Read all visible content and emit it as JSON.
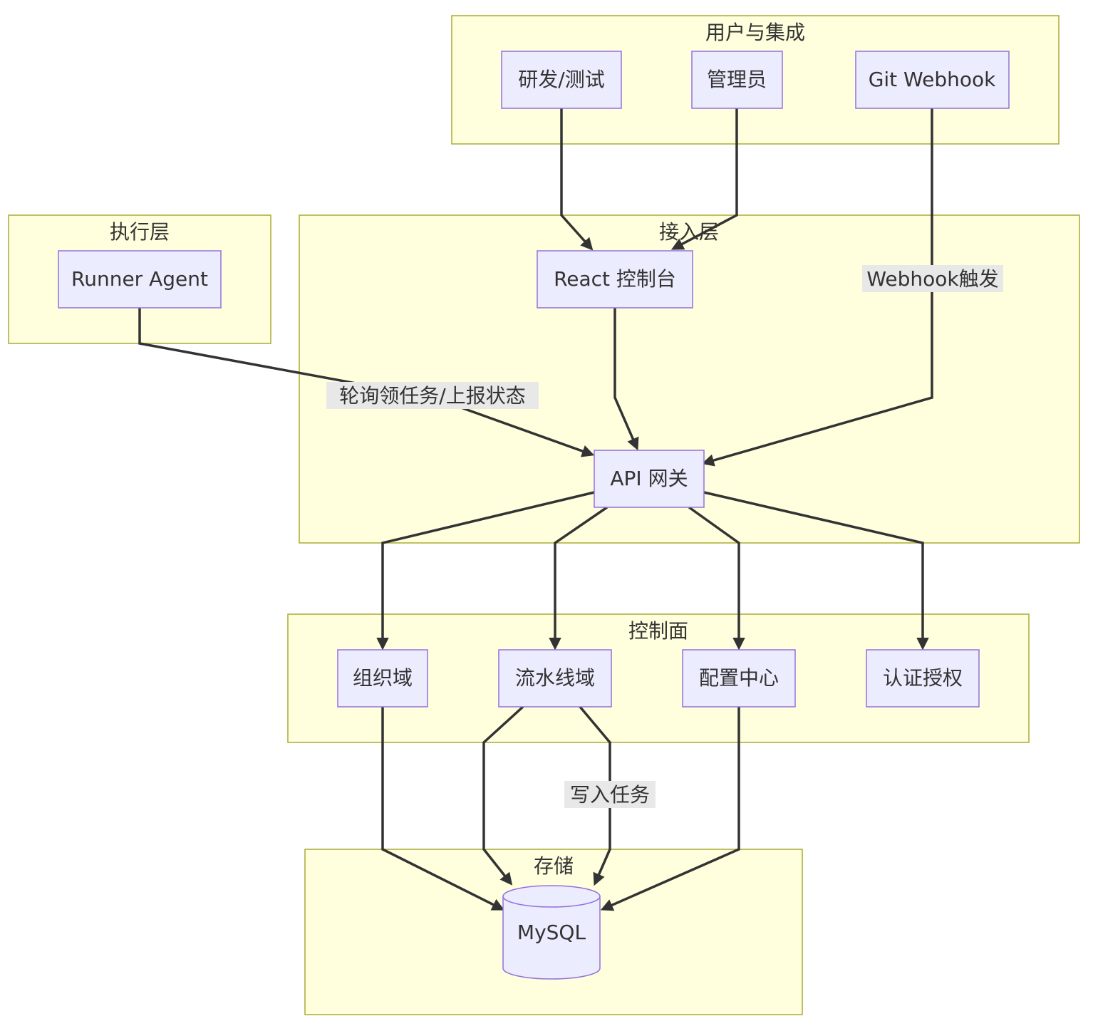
{
  "clusters": {
    "users": "用户与集成",
    "execution": "执行层",
    "access": "接入层",
    "control": "控制面",
    "storage": "存储"
  },
  "nodes": {
    "dev_test": "研发/测试",
    "admin": "管理员",
    "git_webhook": "Git Webhook",
    "runner_agent": "Runner Agent",
    "react_console": "React 控制台",
    "api_gateway": "API 网关",
    "org_domain": "组织域",
    "pipeline_domain": "流水线域",
    "config_center": "配置中心",
    "auth": "认证授权",
    "mysql": "MySQL"
  },
  "edge_labels": {
    "webhook_trigger": "Webhook触发",
    "poll_report": "轮询领任务/上报状态",
    "write_task": "写入任务"
  },
  "colors": {
    "cluster_fill": "#ffffde",
    "cluster_stroke": "#aaaa33",
    "node_fill": "#ececff",
    "node_stroke": "#9370db",
    "edge": "#333333",
    "label_bg": "#e8e8e8"
  }
}
